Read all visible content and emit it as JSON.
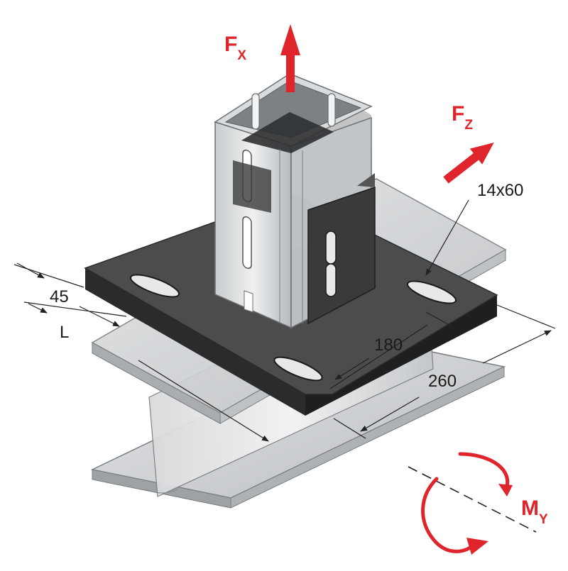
{
  "colors": {
    "force": "#e0242b",
    "plate": "#4a4a4a",
    "beam": "#cfd2d4",
    "dim_line": "#222222"
  },
  "forces": {
    "fx": {
      "letter": "F",
      "sub": "X"
    },
    "fz": {
      "letter": "F",
      "sub": "Z"
    },
    "my": {
      "letter": "M",
      "sub": "Y"
    }
  },
  "dimensions": {
    "slot": "14x60",
    "edge": "45",
    "beam_width": "L",
    "hole_spacing": "180",
    "plate_length": "260"
  }
}
